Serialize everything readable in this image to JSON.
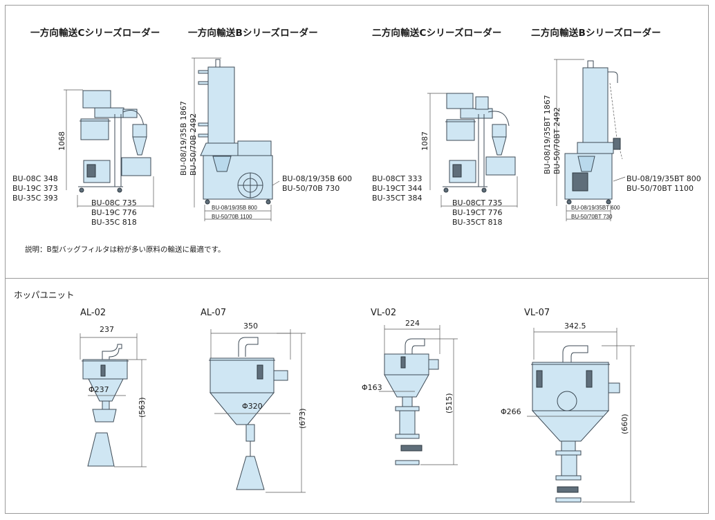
{
  "loaders": {
    "c1": {
      "title": "一方向輸送Cシリーズローダー",
      "height": "1068",
      "left_dims": [
        "BU-08C 348",
        "BU-19C 373",
        "BU-35C 393"
      ],
      "bottom_dims": [
        "BU-08C 735",
        "BU-19C 776",
        "BU-35C 818"
      ]
    },
    "b1": {
      "title": "一方向輸送Bシリーズローダー",
      "height1": "BU-08/19/35B 1867",
      "height2": "BU-50/70B  2492",
      "right_dims": [
        "BU-08/19/35B 600",
        "BU-50/70B 730"
      ],
      "bottom_dims": [
        "BU-08/19/35B 800",
        "BU-50/70B 1100"
      ]
    },
    "c2": {
      "title": "二方向輸送Cシリーズローダー",
      "height": "1087",
      "left_dims": [
        "BU-08CT 333",
        "BU-19CT 344",
        "BU-35CT 384"
      ],
      "bottom_dims": [
        "BU-08CT 735",
        "BU-19CT 776",
        "BU-35CT 818"
      ]
    },
    "b2": {
      "title": "二方向輸送Bシリーズローダー",
      "height1": "BU-08/19/35BT 1867",
      "height2": "BU-50/70BT  2492",
      "right_dims": [
        "BU-08/19/35BT 800",
        "BU-50/70BT 1100"
      ],
      "bottom_dims": [
        "BU-08/19/35BT 600",
        "BU-50/70BT 730"
      ]
    }
  },
  "note": "説明：B型バッグフィルタは粉が多い原料の輸送に最適です。",
  "hopper": {
    "title": "ホッパユニット",
    "units": [
      {
        "model": "AL-02",
        "width": "237",
        "dia": "Φ237",
        "height": "(563)"
      },
      {
        "model": "AL-07",
        "width": "350",
        "dia": "Φ320",
        "height": "(673)"
      },
      {
        "model": "VL-02",
        "width": "224",
        "dia": "Φ163",
        "height": "(515)"
      },
      {
        "model": "VL-07",
        "width": "342.5",
        "dia": "Φ266",
        "height": "(660)"
      }
    ]
  },
  "colors": {
    "machine_fill": "#cfe6f3",
    "outline": "#3d4a55",
    "frame": "#9a9a9a"
  }
}
